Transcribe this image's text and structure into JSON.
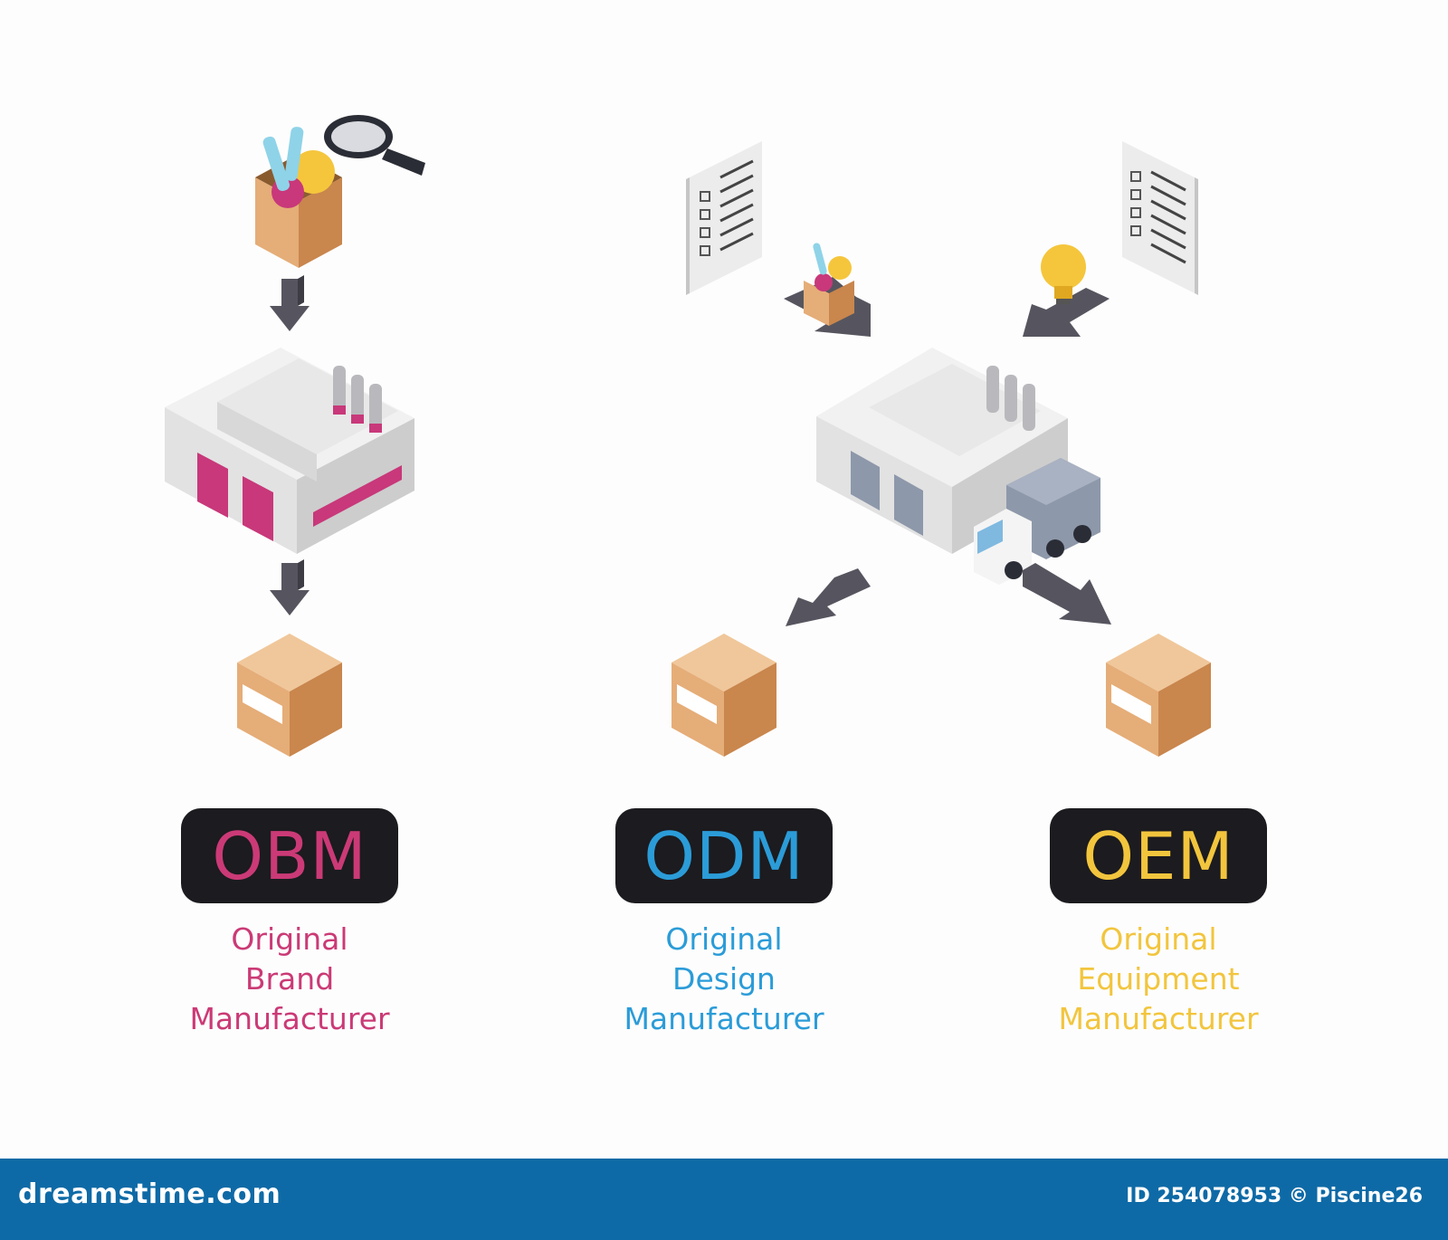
{
  "categories": [
    {
      "key": "obm",
      "abbr": "OBM",
      "lines": [
        "Original",
        "Brand",
        "Manufacturer"
      ],
      "color": "#cb3a76"
    },
    {
      "key": "odm",
      "abbr": "ODM",
      "lines": [
        "Original",
        "Design",
        "Manufacturer"
      ],
      "color": "#2b9cd8"
    },
    {
      "key": "oem",
      "abbr": "OEM",
      "lines": [
        "Original",
        "Equipment",
        "Manufacturer"
      ],
      "color": "#f2c53d"
    }
  ],
  "colors": {
    "badge_bg": "#1c1b1f",
    "arrow": "#56555f",
    "box_light": "#e5ad78",
    "box_dark": "#c9864d",
    "factory_accent_obm": "#c8387a",
    "factory_accent_odm": "#8d98aa",
    "footer_bg": "#0e6aa6"
  },
  "icons": [
    "shopping-bag-icon",
    "magnifier-icon",
    "checklist-document-icon",
    "light-bulb-icon",
    "factory-icon",
    "delivery-truck-icon",
    "cardboard-box-icon",
    "arrow-icon"
  ],
  "footer": {
    "logo": "dreamstime.com",
    "credit": "ID 254078953 © Piscine26"
  }
}
